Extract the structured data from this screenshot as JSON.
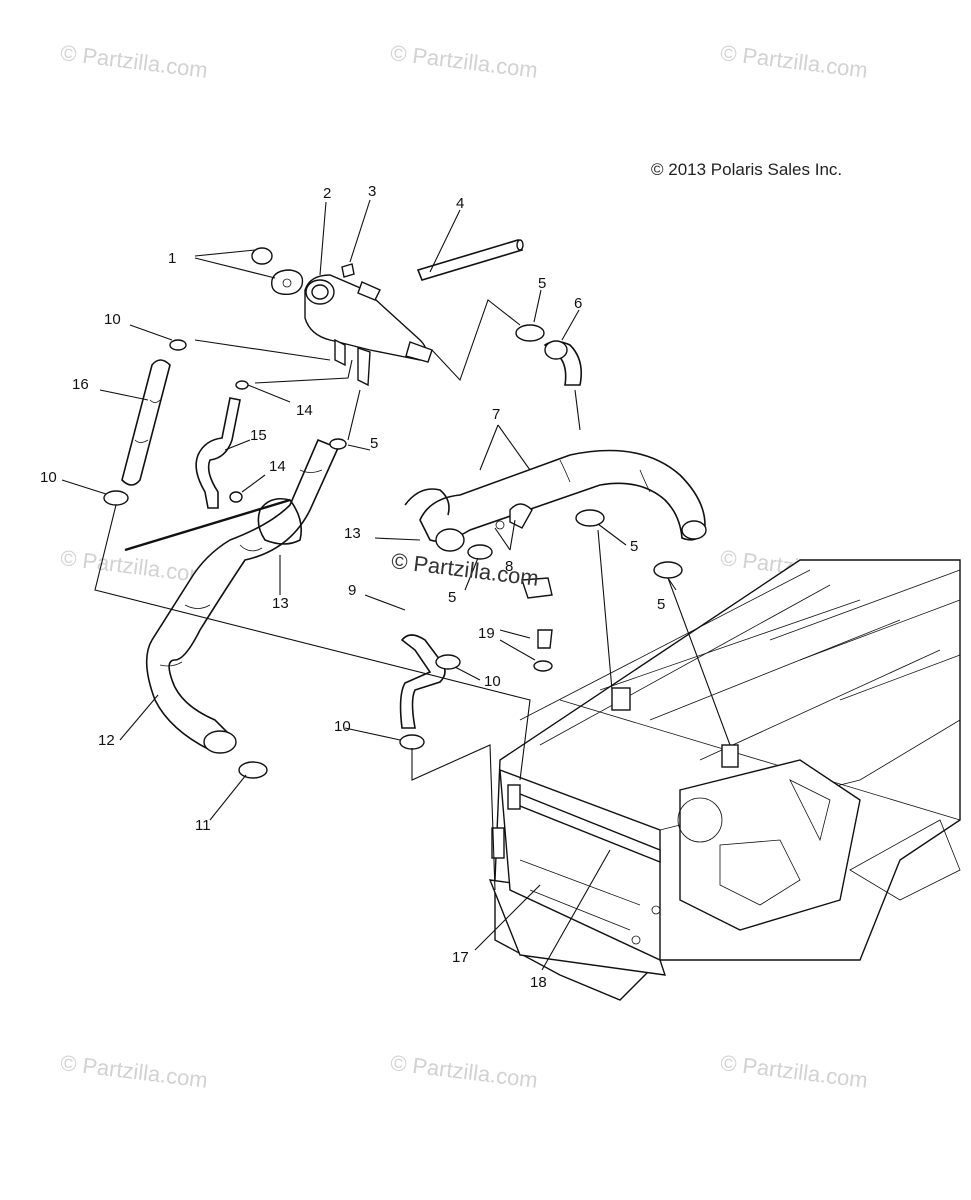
{
  "copyright": "© 2013 Polaris Sales Inc.",
  "watermark": "© Partzilla.com",
  "center_watermark": "© Partzilla.com",
  "callouts": [
    {
      "id": "c1",
      "label": "1"
    },
    {
      "id": "c2",
      "label": "2"
    },
    {
      "id": "c3",
      "label": "3"
    },
    {
      "id": "c4",
      "label": "4"
    },
    {
      "id": "c5a",
      "label": "5"
    },
    {
      "id": "c6",
      "label": "6"
    },
    {
      "id": "c10a",
      "label": "10"
    },
    {
      "id": "c16",
      "label": "16"
    },
    {
      "id": "c14a",
      "label": "14"
    },
    {
      "id": "c15",
      "label": "15"
    },
    {
      "id": "c5b",
      "label": "5"
    },
    {
      "id": "c7",
      "label": "7"
    },
    {
      "id": "c14b",
      "label": "14"
    },
    {
      "id": "c10b",
      "label": "10"
    },
    {
      "id": "c13a",
      "label": "13"
    },
    {
      "id": "c5c",
      "label": "5"
    },
    {
      "id": "c13b",
      "label": "13"
    },
    {
      "id": "c8",
      "label": "8"
    },
    {
      "id": "c5d",
      "label": "5"
    },
    {
      "id": "c5e",
      "label": "5"
    },
    {
      "id": "c9",
      "label": "9"
    },
    {
      "id": "c19",
      "label": "19"
    },
    {
      "id": "c10c",
      "label": "10"
    },
    {
      "id": "c12",
      "label": "12"
    },
    {
      "id": "c10d",
      "label": "10"
    },
    {
      "id": "c11",
      "label": "11"
    },
    {
      "id": "c17",
      "label": "17"
    },
    {
      "id": "c18",
      "label": "18"
    }
  ]
}
